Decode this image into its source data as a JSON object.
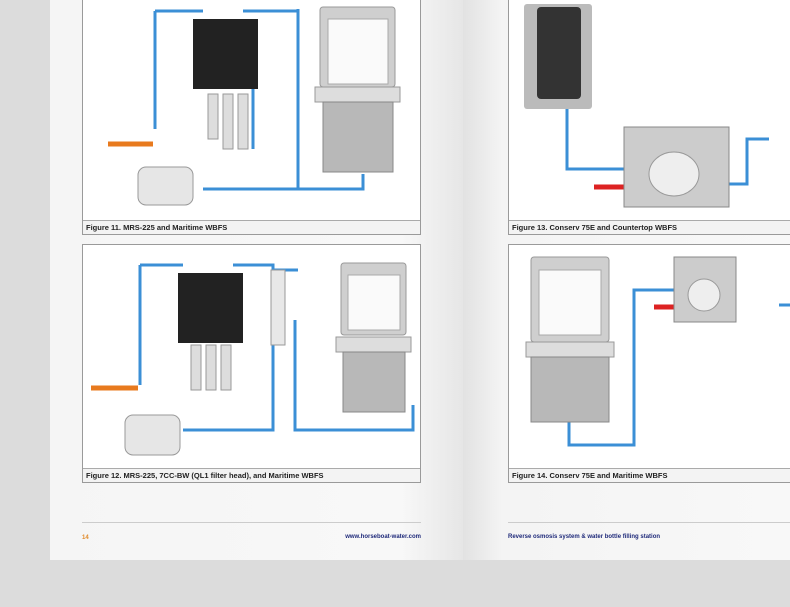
{
  "left_page": {
    "figures": [
      {
        "caption": "Figure 11. MRS-225 and Maritime WBFS"
      },
      {
        "caption": "Figure 12. MRS-225, 7CC-BW (QL1 filter head), and Maritime WBFS"
      }
    ],
    "footer": {
      "page_number": "14",
      "url": "www.horseboat-water.com"
    }
  },
  "right_page": {
    "figures": [
      {
        "caption": "Figure 13. Conserv 75E and Countertop WBFS"
      },
      {
        "caption": "Figure 14. Conserv 75E and Maritime WBFS"
      }
    ],
    "footer": {
      "title": "Reverse osmosis system & water bottle filling station"
    }
  },
  "colors": {
    "pipe": "#3b8fd6",
    "accent_orange": "#e87a1e",
    "footer_blue": "#1f2a7a",
    "page_number": "#e08a2a"
  }
}
